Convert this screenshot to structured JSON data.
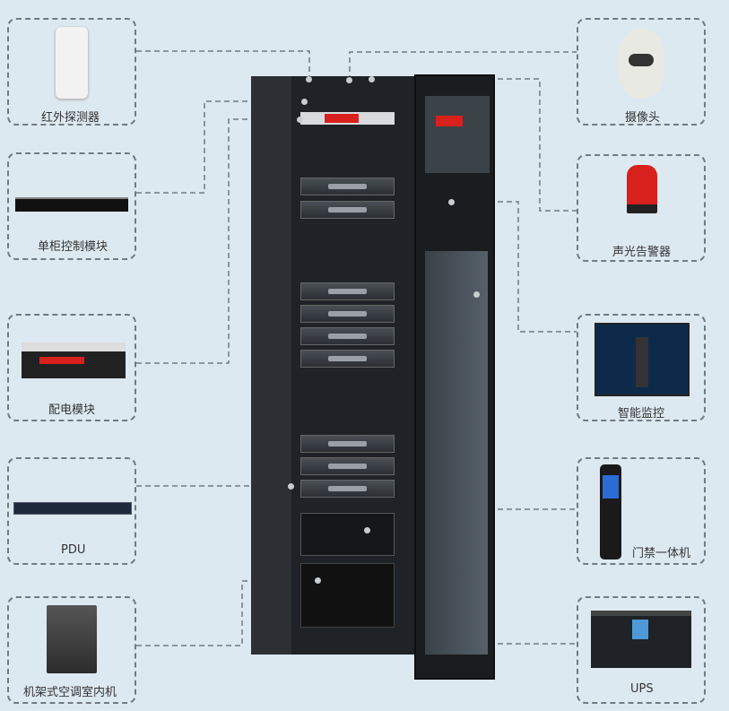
{
  "left_components": [
    {
      "label": "红外探测器",
      "icon": "infrared-detector-icon"
    },
    {
      "label": "单柜控制模块",
      "icon": "control-module-icon"
    },
    {
      "label": "配电模块",
      "icon": "power-distribution-module-icon"
    },
    {
      "label": "PDU",
      "icon": "pdu-icon"
    },
    {
      "label": "机架式空调室内机",
      "icon": "rack-air-conditioner-icon"
    }
  ],
  "right_components": [
    {
      "label": "摄像头",
      "icon": "camera-icon"
    },
    {
      "label": "声光告警器",
      "icon": "alarm-light-icon"
    },
    {
      "label": "智能监控",
      "icon": "smart-monitor-icon"
    },
    {
      "label": "门禁一体机",
      "icon": "access-control-icon"
    },
    {
      "label": "UPS",
      "icon": "ups-icon"
    }
  ],
  "colors": {
    "background": "#dde9f1",
    "cabinet": "#1f2226",
    "alarm": "#d8201c",
    "line": "#707a82"
  }
}
